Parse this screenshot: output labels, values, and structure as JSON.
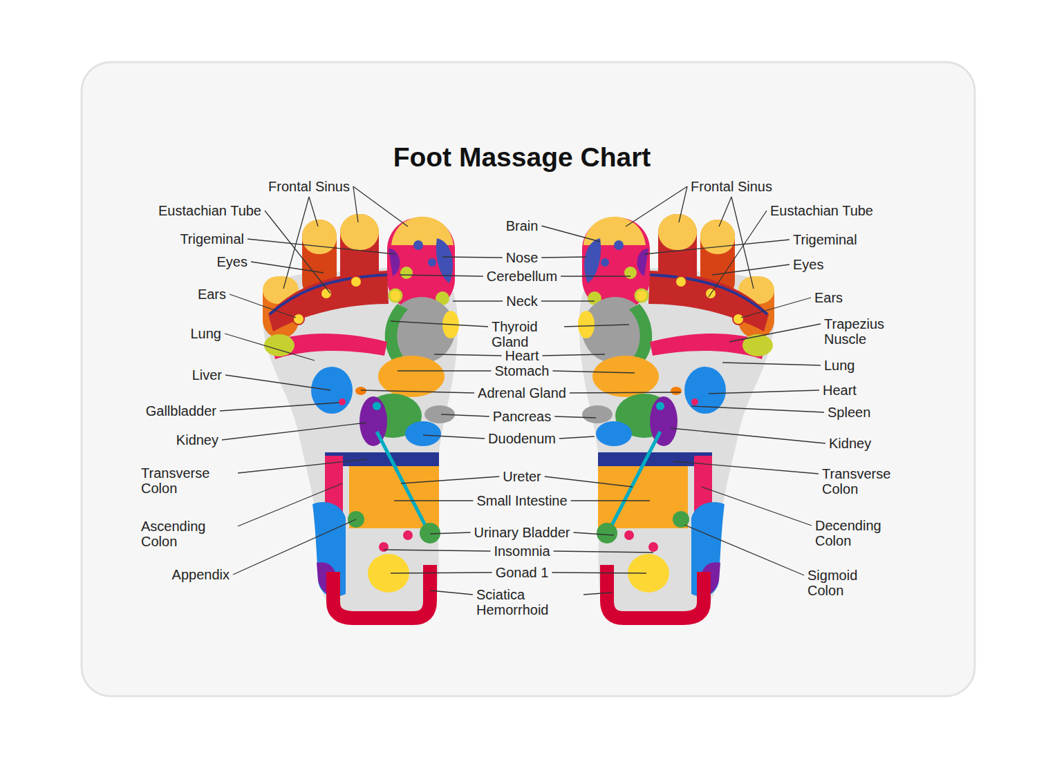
{
  "diagram": {
    "title": "Foot Massage Chart",
    "labels": [
      "Frontal Sinus",
      "Eustachian Tube",
      "Trigeminal",
      "Eyes",
      "Ears",
      "Lung",
      "Liver",
      "Gallbladder",
      "Kidney",
      "Transverse Colon",
      "Ascending Colon",
      "Appendix",
      "Brain",
      "Nose",
      "Cerebellum",
      "Neck",
      "Thyroid Gland",
      "Heart",
      "Stomach",
      "Adrenal Gland",
      "Pancreas",
      "Duodenum",
      "Ureter",
      "Small Intestine",
      "Urinary Bladder",
      "Insomnia",
      "Gonad 1",
      "Sciatica Hemorrhoid",
      "Frontal Sinus",
      "Eustachian Tube",
      "Trigeminal",
      "Eyes",
      "Ears",
      "Trapezius Nuscle",
      "Lung",
      "Heart",
      "Spleen",
      "Kidney",
      "Transverse Colon",
      "Decending Colon",
      "Sigmoid Colon"
    ]
  }
}
